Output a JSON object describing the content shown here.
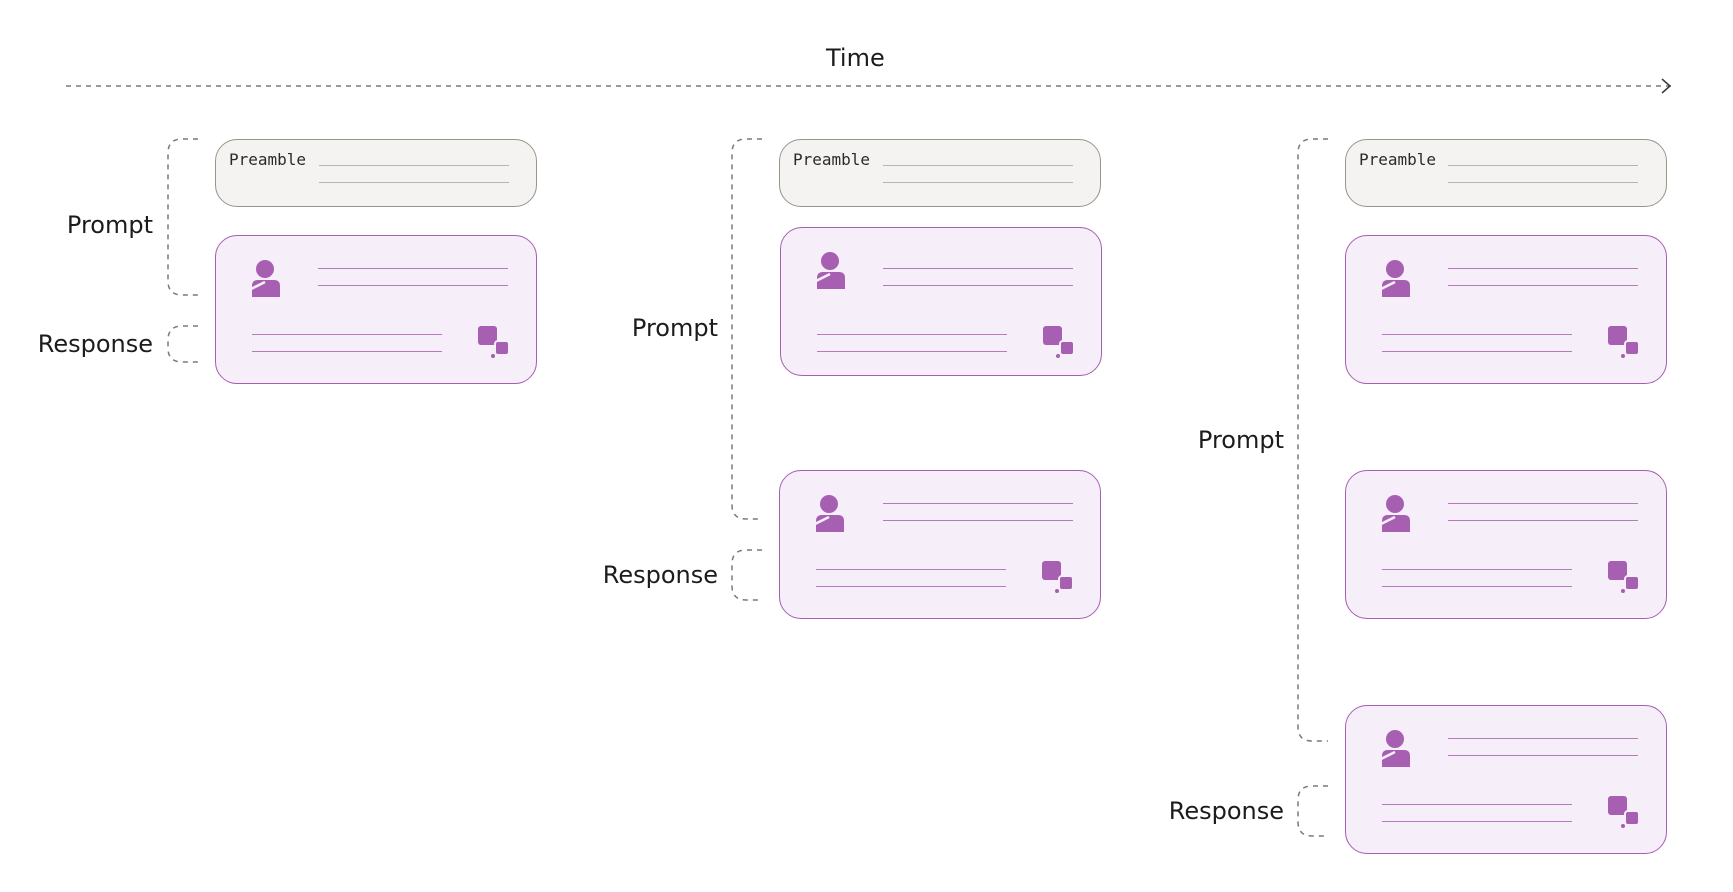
{
  "time_label": "Time",
  "columns": [
    {
      "prompt_label": "Prompt",
      "response_label": "Response",
      "preamble_label": "Preamble",
      "turns": 1
    },
    {
      "prompt_label": "Prompt",
      "response_label": "Response",
      "preamble_label": "Preamble",
      "turns": 2
    },
    {
      "prompt_label": "Prompt",
      "response_label": "Response",
      "preamble_label": "Preamble",
      "turns": 3
    }
  ],
  "icons": {
    "user": "user-icon",
    "chatbot": "chatbot-icon"
  },
  "colors": {
    "accent": "#a65fb1",
    "turn_fill": "#f6eef8",
    "preamble_fill": "#f4f3f1",
    "dashed": "#7a7a7a"
  }
}
